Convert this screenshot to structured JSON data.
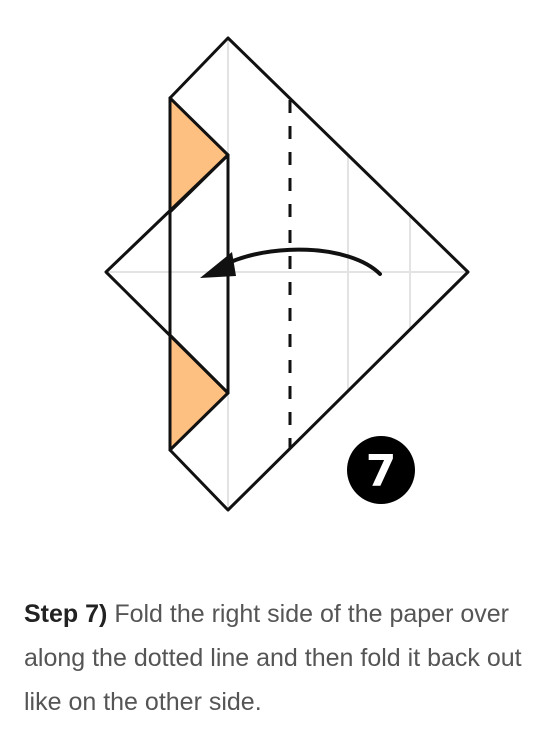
{
  "diagram": {
    "step_number": "7",
    "colors": {
      "outline": "#111111",
      "crease": "#e3e3e3",
      "flap_fill": "#fdc081",
      "badge": "#000000",
      "badge_text": "#ffffff"
    },
    "arrow_direction": "right-to-left"
  },
  "caption": {
    "step_label": "Step 7)",
    "text": "Fold the right side of the paper over along the dotted line and then fold it back out like on the other side."
  }
}
